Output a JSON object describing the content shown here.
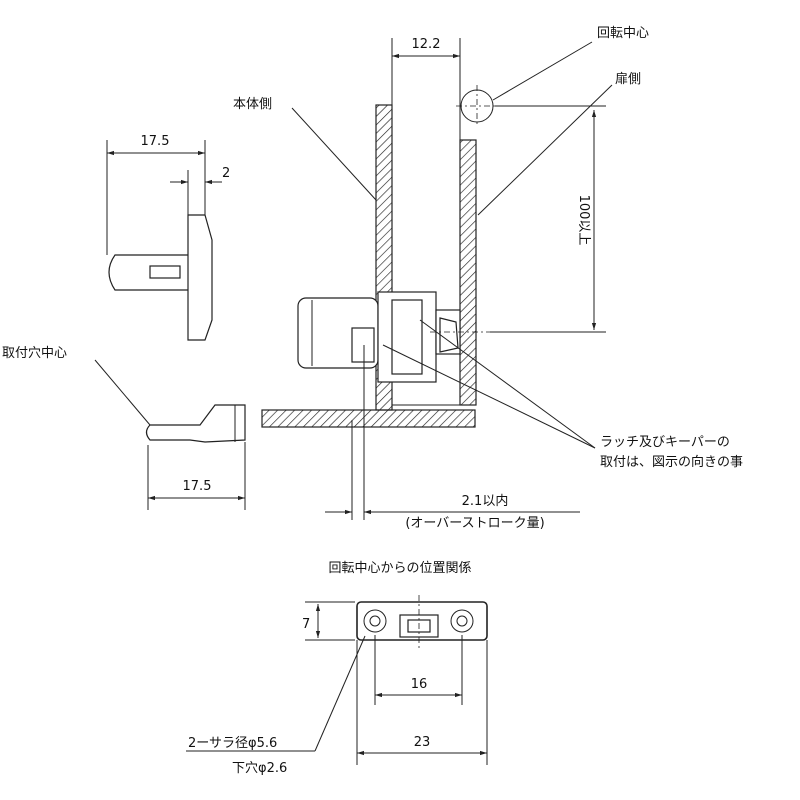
{
  "labels": {
    "rotation_center": "回転中心",
    "door_side": "扉側",
    "body_side": "本体側",
    "mount_hole_center": "取付穴中心",
    "orientation_note_1": "ラッチ及びキーパーの",
    "orientation_note_2": "取付は、図示の向きの事",
    "overstroke_value": "2.1以内",
    "overstroke_label": "(オーバーストローク量)",
    "position_title": "回転中心からの位置関係",
    "countersink": "2ーサラ径φ5.6",
    "pilot_hole": "下穴φ2.6"
  },
  "dimensions": {
    "gap_top": "12.2",
    "latch_length": "17.5",
    "flange_thickness": "2",
    "min_distance": "100以上",
    "keeper_length": "17.5",
    "plate_height": "7",
    "hole_pitch": "16",
    "plate_width": "23"
  }
}
